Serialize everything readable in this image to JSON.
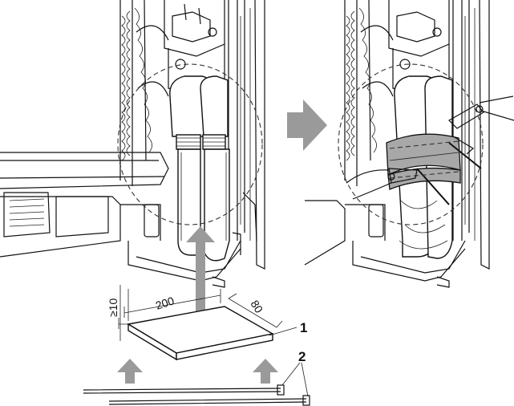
{
  "dimensions": {
    "length": "200",
    "width": "80",
    "thickness": "≥10"
  },
  "callouts": {
    "insulation_pad": "1",
    "cable_ties": "2"
  },
  "colors": {
    "arrow": "#9a9a9a",
    "tape": "#a8a8a8",
    "line": "#111111"
  },
  "icons": [
    "up-arrow-icon",
    "right-arrow-icon",
    "pliers-icon",
    "cable-tie-icon"
  ]
}
